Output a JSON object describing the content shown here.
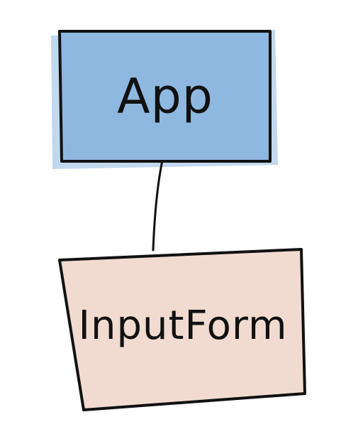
{
  "diagram": {
    "nodes": [
      {
        "id": "app",
        "label": "App",
        "fill": "#8fb8e0"
      },
      {
        "id": "inputform",
        "label": "InputForm",
        "fill": "#f1dbd0"
      }
    ],
    "edges": [
      {
        "from": "app",
        "to": "inputform"
      }
    ],
    "colors": {
      "stroke": "#111111",
      "background": "#ffffff"
    }
  }
}
